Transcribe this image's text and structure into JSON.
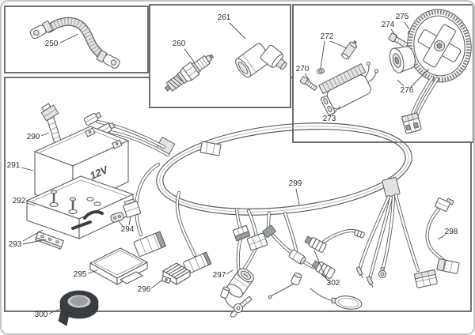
{
  "battery": {
    "voltage_label": "12V"
  },
  "part_labels": {
    "p250": "250",
    "p260": "260",
    "p261": "261",
    "p270": "270",
    "p272": "272",
    "p273": "273",
    "p274": "274",
    "p275": "275",
    "p276": "276",
    "p290": "290",
    "p291": "291",
    "p292": "292",
    "p293": "293",
    "p294": "294",
    "p295": "295",
    "p296": "296",
    "p297": "297",
    "p298": "298",
    "p299": "299",
    "p300": "300",
    "p302": "302"
  },
  "colors": {
    "line": "#5a5f63",
    "frame_border": "#5d6165",
    "page_border": "#c4c4c4",
    "tape_roll": "#3a3e42",
    "background": "#ffffff"
  }
}
